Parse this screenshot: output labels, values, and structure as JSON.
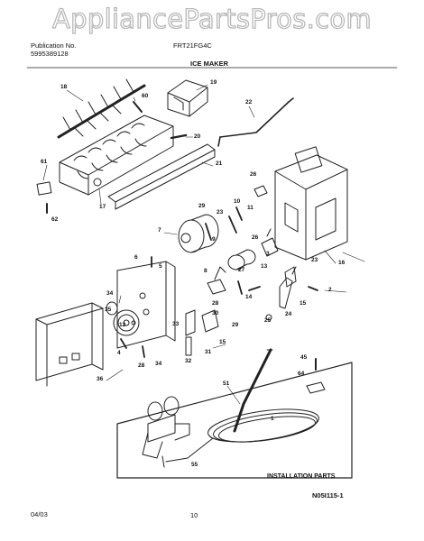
{
  "watermark": "AppliancePartsPros.com",
  "header": {
    "publication_label": "Publication No.",
    "publication_number": "5995389128",
    "model": "FRT21FG4C",
    "section_title": "ICE MAKER"
  },
  "footer": {
    "date": "04/03",
    "page": "10",
    "figure_code": "N05I115-1"
  },
  "installation_label": "INSTALLATION PARTS",
  "callouts": [
    "18",
    "60",
    "19",
    "20",
    "22",
    "21",
    "61",
    "17",
    "62",
    "26",
    "10",
    "11",
    "29",
    "23",
    "7",
    "9",
    "6",
    "5",
    "8",
    "27",
    "26",
    "3",
    "13",
    "23",
    "16",
    "34",
    "35",
    "12",
    "28",
    "30",
    "33",
    "4",
    "34",
    "28",
    "31",
    "15",
    "32",
    "25",
    "24",
    "14",
    "2",
    "29",
    "15",
    "36",
    "45",
    "51",
    "64",
    "1",
    "55"
  ]
}
